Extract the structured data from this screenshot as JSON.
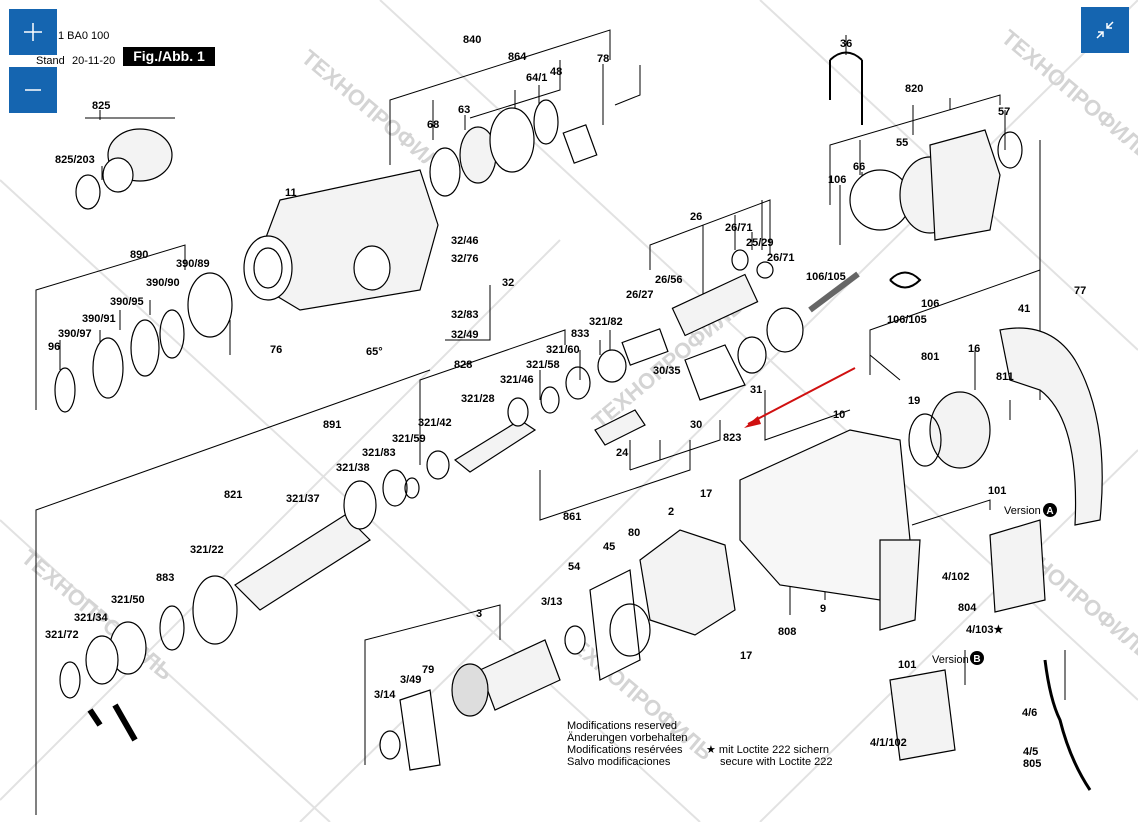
{
  "header": {
    "part_no": "1 BA0 100",
    "stand_prefix": "Stand",
    "date": "20-11-20",
    "fig_label": "Fig./Abb. 1"
  },
  "controls": {
    "zoom_in_icon": "plus-icon",
    "zoom_out_icon": "minus-icon",
    "fullscreen_icon": "collapse-arrows-icon",
    "button_color": "#1565b0"
  },
  "labels": {
    "p840": "840",
    "p864": "864",
    "p48": "48",
    "p78": "78",
    "p64_1": "64/1",
    "p63": "63",
    "p68": "68",
    "p825": "825",
    "p825_203": "825/203",
    "p11": "11",
    "p36": "36",
    "p820": "820",
    "p57": "57",
    "p55": "55",
    "p66": "66",
    "p106a": "106",
    "p106_105a": "106/105",
    "p106b": "106",
    "p106_105b": "106/105",
    "p26": "26",
    "p26_71a": "26/71",
    "p25_29": "25/29",
    "p26_71b": "26/71",
    "p26_56": "26/56",
    "p26_27": "26/27",
    "p890": "890",
    "p390_89": "390/89",
    "p390_90": "390/90",
    "p390_95": "390/95",
    "p390_91": "390/91",
    "p390_97": "390/97",
    "p96": "96",
    "p32_46": "32/46",
    "p32_76": "32/76",
    "p32": "32",
    "p32_83": "32/83",
    "p32_49": "32/49",
    "p76": "76",
    "angle": "65°",
    "p41": "41",
    "p77": "77",
    "p801": "801",
    "p16": "16",
    "p811": "811",
    "p19": "19",
    "p828": "828",
    "p321_82": "321/82",
    "p833": "833",
    "p321_60": "321/60",
    "p321_58": "321/58",
    "p321_46": "321/46",
    "p321_28": "321/28",
    "p30_35": "30/35",
    "p31": "31",
    "p30": "30",
    "p823": "823",
    "p10": "10",
    "p891": "891",
    "p321_42": "321/42",
    "p321_59": "321/59",
    "p321_83": "321/83",
    "p321_38": "321/38",
    "p24": "24",
    "p861": "861",
    "p821": "821",
    "p321_37": "321/37",
    "p101a": "101",
    "version_a": "Version",
    "p17a": "17",
    "p2": "2",
    "p80": "80",
    "p321_22": "321/22",
    "p883": "883",
    "p45": "45",
    "p54": "54",
    "p3_13": "3/13",
    "p321_50": "321/50",
    "p321_34": "321/34",
    "p321_72": "321/72",
    "p4_102": "4/102",
    "p804": "804",
    "p4_103": "4/103★",
    "p9": "9",
    "p808": "808",
    "p17b": "17",
    "p3": "3",
    "p79": "79",
    "p3_49": "3/49",
    "p3_14": "3/14",
    "p101b": "101",
    "version_b": "Version",
    "p4_1_102": "4/1/102",
    "p4_6": "4/6",
    "p4_5": "4/5",
    "p805": "805"
  },
  "notes": {
    "mod1": "Modifications reserved",
    "mod2": "Änderungen vorbehalten",
    "mod3": "Modifications resérvées",
    "mod4": "Salvo modificaciones",
    "loctite1": "★ mit Loctite 222 sichern",
    "loctite2": "secure with Loctite 222",
    "badge_a": "A",
    "badge_b": "B"
  },
  "watermark": "ТЕХНОПРОФИЛЬ"
}
